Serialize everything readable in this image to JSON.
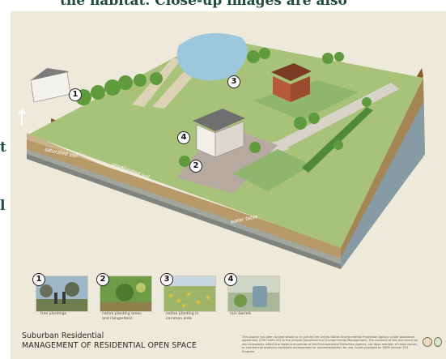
{
  "fragments": {
    "top": "the habitat. Close-up images are also",
    "left_t": "t",
    "left_l": "l"
  },
  "diagram": {
    "callouts": [
      "1",
      "2",
      "3",
      "4"
    ],
    "soil_labels": {
      "saturated": "saturated soil",
      "unsaturated": "unsaturated soil",
      "water_table": "water table"
    }
  },
  "photos": [
    {
      "number": "1",
      "caption": "tree plantings"
    },
    {
      "number": "2",
      "caption": "native planting areas and raingardens"
    },
    {
      "number": "3",
      "caption": "native planting in common area"
    },
    {
      "number": "4",
      "caption": "rain barrels"
    }
  ],
  "title": {
    "line1": "Suburban Residential",
    "line2": "MANAGEMENT OF RESIDENTIAL OPEN SPACE"
  },
  "disclaimer": "This project has been funded wholly or in part by the United States Environmental Protection Agency under assistance agreement (C9975482-09) to the Indiana Department of Environmental Management. The contents of this document do not necessarily reflect the views and policies of the Environmental Protection Agency, nor does mention of trade names or commercial products constitute endorsement or recommendation for use. Funds provided by IDEM Section 319 Program."
}
